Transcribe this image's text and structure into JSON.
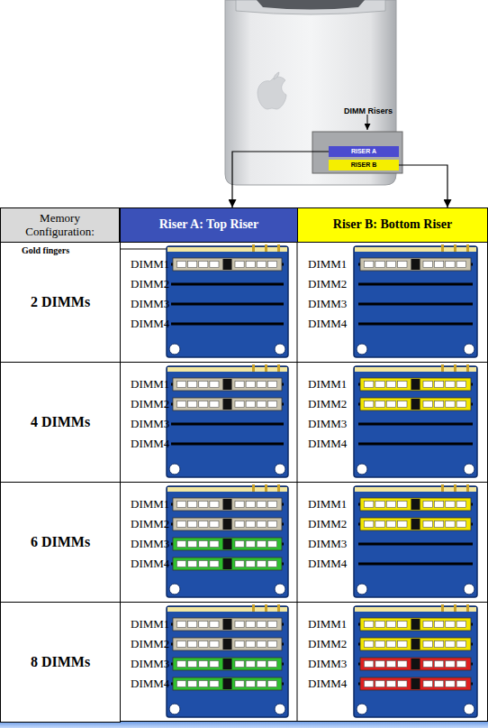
{
  "diagram": {
    "nodes": [
      {
        "text": [
          "RISER A"
        ]
      },
      {
        "text": [
          "RISER B"
        ]
      },
      {
        "text": [
          "Memory Configuration:"
        ]
      },
      {
        "text": [
          "Riser A: Top Riser"
        ]
      },
      {
        "text": [
          "Riser B: Bottom Riser"
        ]
      },
      {
        "text": [
          "2 DIMMs"
        ]
      },
      {
        "text": [
          "4 DIMMs"
        ]
      },
      {
        "text": [
          "6 DIMMs"
        ]
      },
      {
        "text": [
          "8 DIMMs"
        ]
      }
    ],
    "edges": [
      {
        "from": 0,
        "to": 3,
        "arrow": "to"
      },
      {
        "from": 1,
        "to": 4,
        "arrow": "to"
      }
    ],
    "labels": [
      "DIMM Risers",
      "Gold fingers",
      "DIMM1",
      "DIMM2",
      "DIMM3",
      "DIMM4",
      "DIMM1",
      "DIMM2",
      "DIMM3",
      "DIMM4",
      "DIMM1",
      "DIMM2",
      "DIMM3",
      "DIMM4",
      "DIMM1",
      "DIMM2",
      "DIMM3",
      "DIMM4",
      "DIMM1",
      "DIMM2",
      "DIMM3",
      "DIMM4",
      "DIMM1",
      "DIMM2",
      "DIMM3",
      "DIMM4",
      "DIMM1",
      "DIMM2",
      "DIMM3",
      "DIMM4",
      "DIMM1",
      "DIMM2",
      "DIMM3",
      "DIMM4"
    ]
  }
}
